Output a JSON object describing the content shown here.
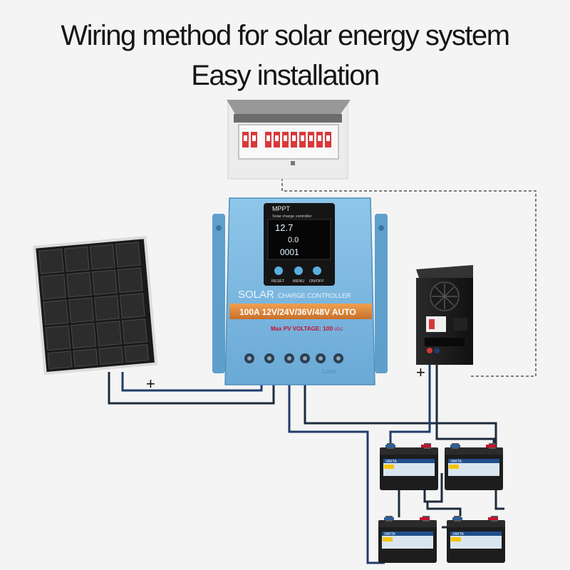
{
  "title": {
    "line1": "Wiring method for solar energy system",
    "line2": "Easy installation"
  },
  "controller": {
    "label_mppt": "MPPT",
    "label_subtitle": "Solar charge controller",
    "display_line1": "12.7",
    "display_line2": "0.0",
    "display_line3": "0001",
    "btn_reset": "RESET",
    "btn_menu": "MENU",
    "btn_onoff": "ON/OFF",
    "brand_solar": "SOLAR",
    "brand_rest": "CHARGE CONTROLLER",
    "rating_band": "100A 12V/24V/36V/48V  AUTO",
    "max_pv_prefix": "Max PV  VOLTAGE:",
    "max_pv_value": "100",
    "max_pv_unit": "VDC",
    "terminal_label": "Load"
  },
  "wiring": {
    "pv_plus_sign": "+",
    "inverter_plus_sign": "+"
  },
  "battery": {
    "brand": "VARTA"
  },
  "colors": {
    "controller_body": "#7db9e0",
    "controller_dark": "#4f8fbd",
    "band_orange": "#e08a3c",
    "wire_dark": "#1d2b3c",
    "wire_blue": "#1f3b6a",
    "accent_red": "#c8102e"
  },
  "icons": [
    "solar-panel-icon",
    "breaker-box-icon",
    "inverter-icon",
    "battery-icon"
  ]
}
